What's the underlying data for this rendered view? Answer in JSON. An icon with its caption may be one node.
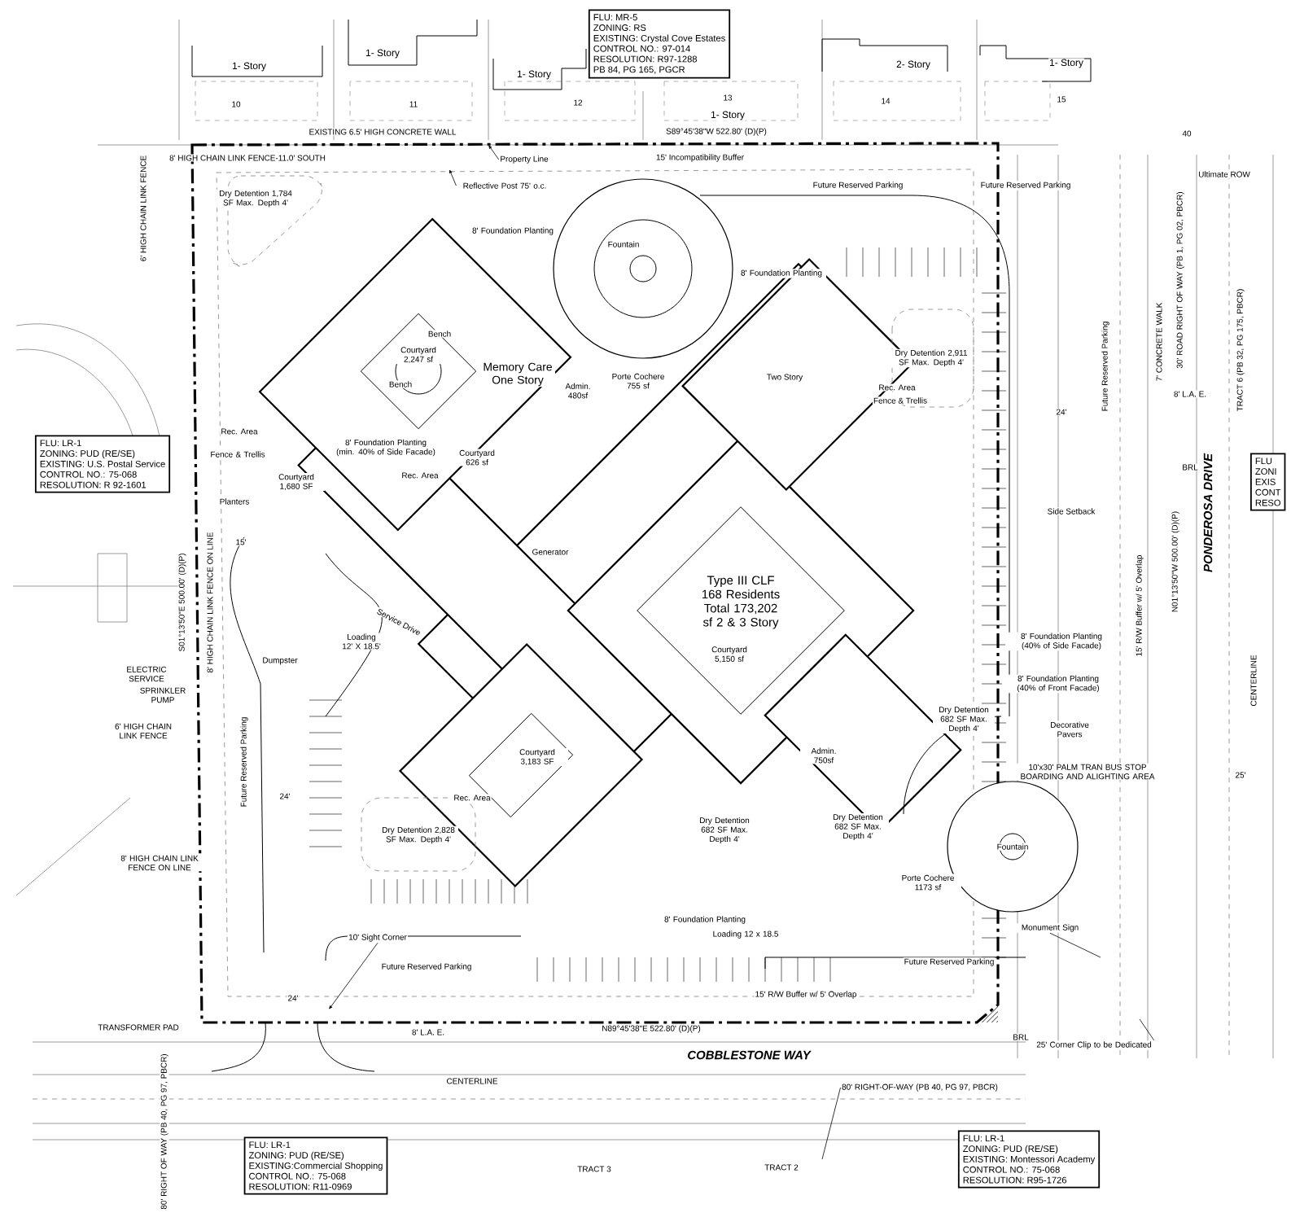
{
  "diagram": {
    "nodes": [
      {
        "text": [
          "FLU: MR-5",
          "ZONING: RS",
          "EXISTING: Crystal Cove Estates",
          "CONTROL NO.: 97-014",
          "RESOLUTION: R97-1288",
          "PB 84, PG 165, PGCR"
        ]
      },
      {
        "text": [
          "FLU: LR-1",
          "ZONING: PUD (RE/SE)",
          "EXISTING: U.S. Postal Service",
          "CONTROL NO.: 75-068",
          "RESOLUTION: R 92-1601"
        ]
      },
      {
        "text": [
          "FLU",
          "ZONI",
          "EXIS",
          "CONT",
          "RESO"
        ]
      },
      {
        "text": [
          "FLU: LR-1",
          "ZONING: PUD (RE/SE)",
          "EXISTING:Commercial Shopping",
          "CONTROL NO.: 75-068",
          "RESOLUTION: R11-0969"
        ]
      },
      {
        "text": [
          "FLU: LR-1",
          "ZONING: PUD (RE/SE)",
          "EXISTING: Montessori Academy",
          "CONTROL NO.: 75-068",
          "RESOLUTION: R95-1726"
        ]
      },
      {
        "text": [
          "Property Line"
        ]
      },
      {
        "text": [
          "Reflective Post 75' o.c."
        ]
      },
      {
        "text": [
          "10' Sight Corner"
        ]
      },
      {
        "text": [
          "Monument Sign"
        ]
      },
      {
        "text": [
          "25' Corner Clip to be Dedicated"
        ]
      },
      {
        "text": [
          "80' RIGHT-OF-WAY (PB 40, PG 97, PBCR)"
        ]
      }
    ],
    "edges": [
      {
        "from": 5,
        "to": null,
        "arrow": "to"
      },
      {
        "from": 6,
        "to": null,
        "arrow": "to"
      },
      {
        "from": 7,
        "to": null,
        "arrow": "to"
      },
      {
        "from": 8,
        "to": null,
        "arrow": "none"
      },
      {
        "from": 9,
        "to": null,
        "arrow": "none"
      },
      {
        "from": 10,
        "to": null,
        "arrow": "none"
      }
    ],
    "labels": [
      "1- Story",
      "1- Story",
      "1- Story",
      "2- Story",
      "1- Story",
      "10",
      "11",
      "12",
      "13",
      "14",
      "15",
      "1- Story",
      "EXISTING 6.5' HIGH CONCRETE WALL",
      "S89°45'38\"W 522.80' (D)(P)",
      "40",
      "8' HIGH CHAIN LINK FENCE-11.0' SOUTH",
      "15' Incompatibility Buffer",
      "6' HIGH CHAIN LINK FENCE",
      "Dry Detention 1,784 SF Max. Depth 4'",
      "Future Reserved Parking",
      "Future Reserved Parking",
      "Ultimate ROW",
      "8' Foundation Planting",
      "8' Foundation Planting",
      "Fountain",
      "Bench",
      "Courtyard 2,247 sf",
      "Bench",
      "Memory Care One Story",
      "Admin. 480sf",
      "Porte Cochere 755 sf",
      "Two Story",
      "Dry Detention 2,911 SF Max. Depth 4'",
      "Rec. Area",
      "Fence & Trellis",
      "Future Reserved Parking",
      "7' CONCRETE WALK",
      "30' ROAD RIGHT OF WAY (PB 1, PG 02, PBCR)",
      "TRACT 6 (PB 32, PG 175, PBCR)",
      "8' L.A. E.",
      "24'",
      "Rec. Area",
      "Fence & Trellis",
      "8' Foundation Planting (min. 40% of Side Facade)",
      "Courtyard 626 sf",
      "Rec. Area",
      "Courtyard 1,680 SF",
      "Planters",
      "BRL",
      "Side Setback",
      "N01°13'50\"W 500.00' (D)(P)",
      "PONDEROSA DRIVE",
      "15'",
      "Generator",
      "S01°13'50\"E 500.00' (D)(P)",
      "8' HIGH CHAIN LINK FENCE ON LINE",
      "Type III CLF 168 Residents Total 173,202 sf 2 & 3 Story",
      "15' R/W Buffer w/ 5' Overlap",
      "Service Drive",
      "Loading 12' X 18.5'",
      "8' Foundation Planting (40% of Side Facade)",
      "Courtyard 5,150 sf",
      "Dumpster",
      "ELECTRIC SERVICE",
      "CENTERLINE",
      "8' Foundation Planting (40% of Front Facade)",
      "SPRINKLER PUMP",
      "6' HIGH CHAIN LINK FENCE",
      "Dry Detention 682 SF Max. Depth 4'",
      "Decorative Pavers",
      "Courtyard 3,183 SF",
      "Admin. 750sf",
      "Future Reserved Parking",
      "10'x30' PALM TRAN BUS STOP BOARDING AND ALIGHTING AREA",
      "25'",
      "24'",
      "Rec. Area",
      "Dry Detention 2,828 SF Max. Depth 4'",
      "Dry Detention 682 SF Max. Depth 4'",
      "Dry Detention 682 SF Max. Depth 4'",
      "8' HIGH CHAIN LINK FENCE ON LINE",
      "Fountain",
      "Porte Cochere 1173 sf",
      "8' Foundation Planting",
      "Loading 12 x 18.5",
      "Future Reserved Parking",
      "Future Reserved Parking",
      "24'",
      "15' R/W Buffer w/ 5' Overlap",
      "TRANSFORMER PAD",
      "8' L.A. E.",
      "N89°45'38\"E 522.80' (D)(P)",
      "BRL",
      "80' RIGHT OF WAY (PB 40, PG 97, PBCR)",
      "COBBLESTONE WAY",
      "CENTERLINE",
      "TRACT 3",
      "TRACT 2"
    ]
  }
}
